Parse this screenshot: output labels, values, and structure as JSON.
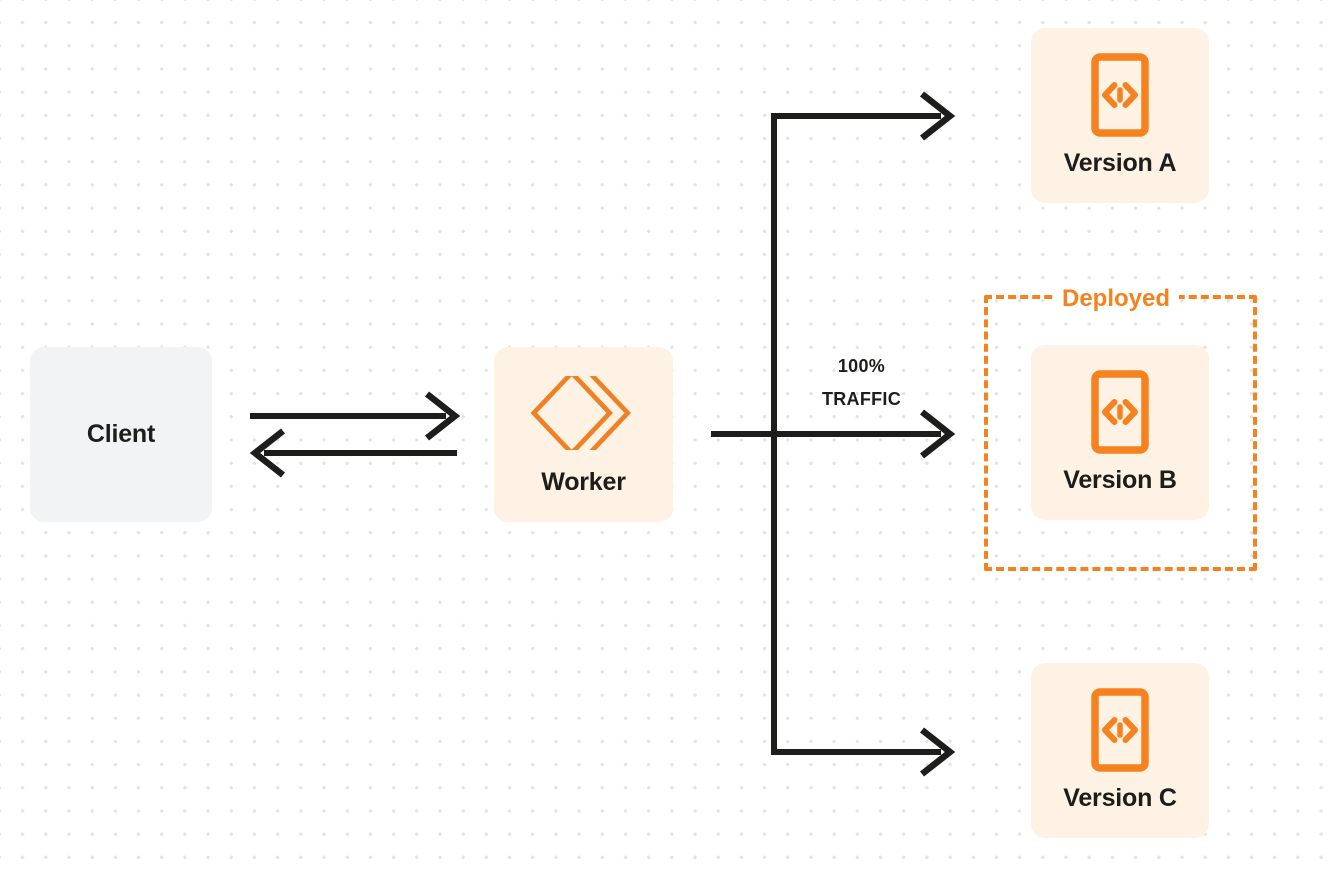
{
  "diagram": {
    "title": "Worker traffic routing to versions",
    "colors": {
      "accent_orange": "#f6821f",
      "node_orange_bg": "#fdf2e3",
      "node_gray_bg": "#f2f3f4",
      "line_dark": "#1d1d1b",
      "background": "#ffffff",
      "dot_grid": "#e3e3e3"
    },
    "nodes": {
      "client": {
        "label": "Client",
        "icon": "none"
      },
      "worker": {
        "label": "Worker",
        "icon": "cloudflare-workers-logo"
      },
      "version_a": {
        "label": "Version A",
        "icon": "code-document-icon"
      },
      "version_b": {
        "label": "Version B",
        "icon": "code-document-icon"
      },
      "version_c": {
        "label": "Version C",
        "icon": "code-document-icon"
      }
    },
    "group": {
      "deployed_label": "Deployed"
    },
    "traffic": {
      "percent": "100%",
      "caption": "TRAFFIC"
    },
    "connections": [
      {
        "name": "client-to-worker",
        "direction": "right"
      },
      {
        "name": "worker-to-client",
        "direction": "left"
      },
      {
        "name": "worker-to-version-a",
        "direction": "right"
      },
      {
        "name": "worker-to-version-b",
        "direction": "right"
      },
      {
        "name": "worker-to-version-c",
        "direction": "right"
      }
    ]
  }
}
